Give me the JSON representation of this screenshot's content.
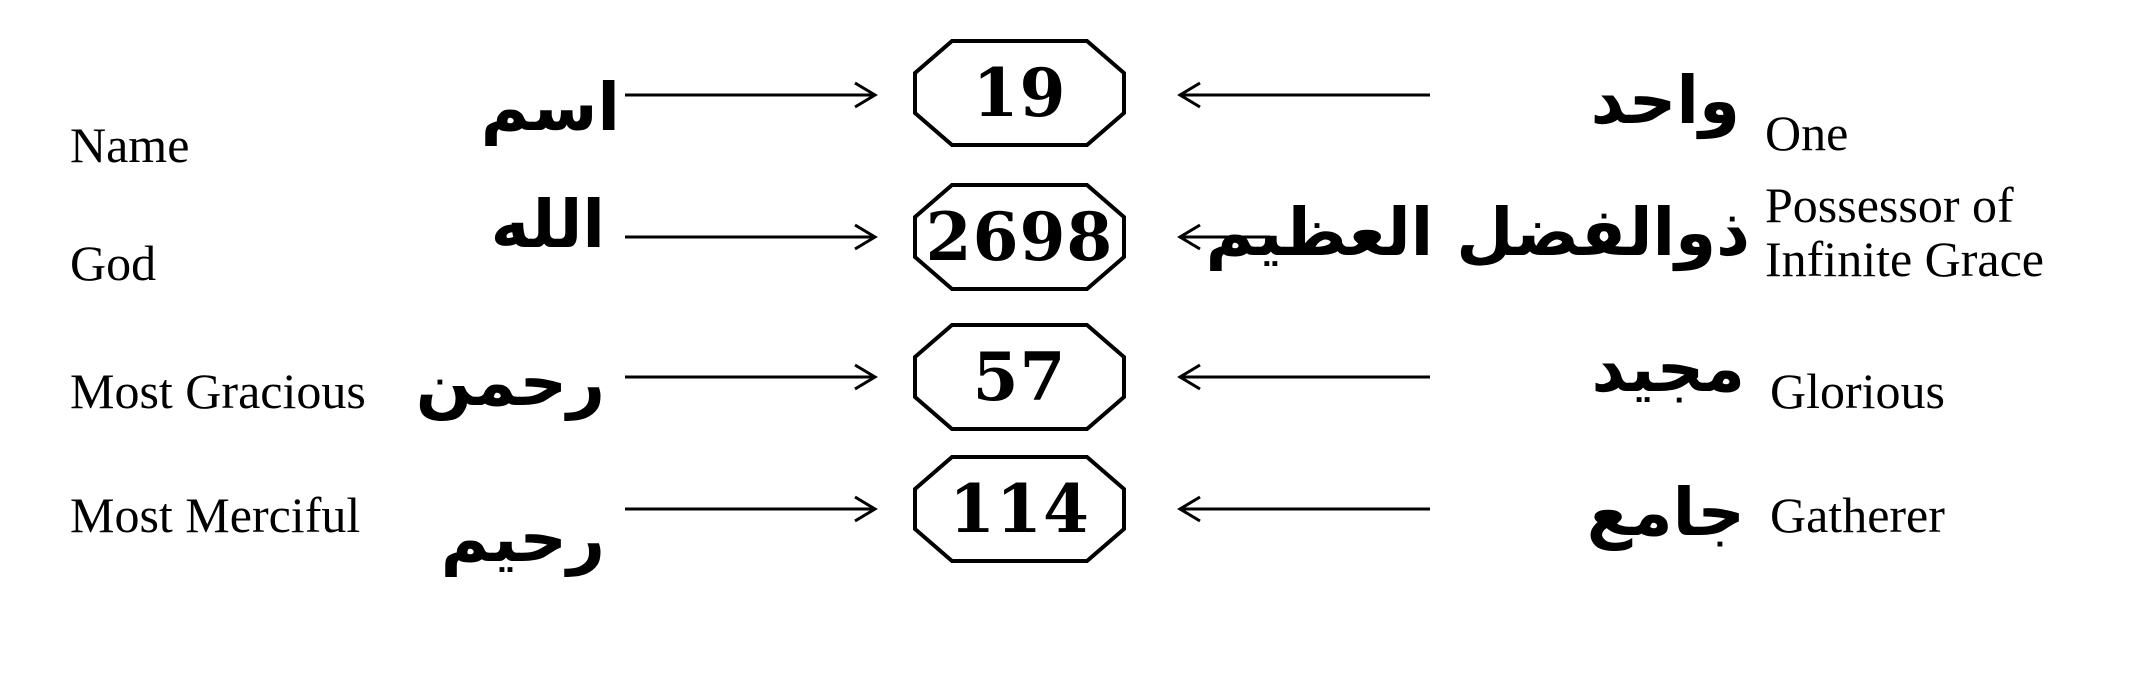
{
  "rows": [
    {
      "left_en": "Name",
      "left_ar": "اسم",
      "number": "19",
      "right_ar": "واحد",
      "right_en": [
        "One"
      ]
    },
    {
      "left_en": "God",
      "left_ar": "الله",
      "number": "2698",
      "right_ar": "ذوالفضل العظيم",
      "right_en": [
        "Possessor of",
        "Infinite Grace"
      ]
    },
    {
      "left_en": "Most Gracious",
      "left_ar": "رحمن",
      "number": "57",
      "right_ar": "مجيد",
      "right_en": [
        "Glorious"
      ]
    },
    {
      "left_en": "Most Merciful",
      "left_ar": "رحيم",
      "number": "114",
      "right_ar": "جامع",
      "right_en": [
        "Gatherer"
      ]
    }
  ]
}
